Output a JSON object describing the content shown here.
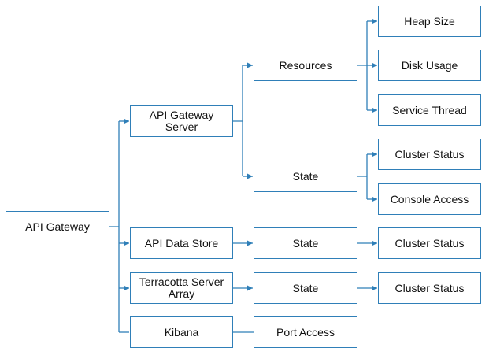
{
  "diagram": {
    "line_color": "#2f7fb8",
    "nodes": {
      "root": "API Gateway",
      "api_gateway_server": "API Gateway Server",
      "api_data_store": "API Data Store",
      "terracotta_server_array": "Terracotta Server Array",
      "kibana": "Kibana",
      "resources": "Resources",
      "state_gateway_server": "State",
      "state_data_store": "State",
      "state_terracotta": "State",
      "port_access": "Port Access",
      "heap_size": "Heap Size",
      "disk_usage": "Disk Usage",
      "service_thread": "Service Thread",
      "cluster_status_gateway_server": "Cluster Status",
      "console_access": "Console Access",
      "cluster_status_data_store": "Cluster Status",
      "cluster_status_terracotta": "Cluster Status"
    }
  }
}
